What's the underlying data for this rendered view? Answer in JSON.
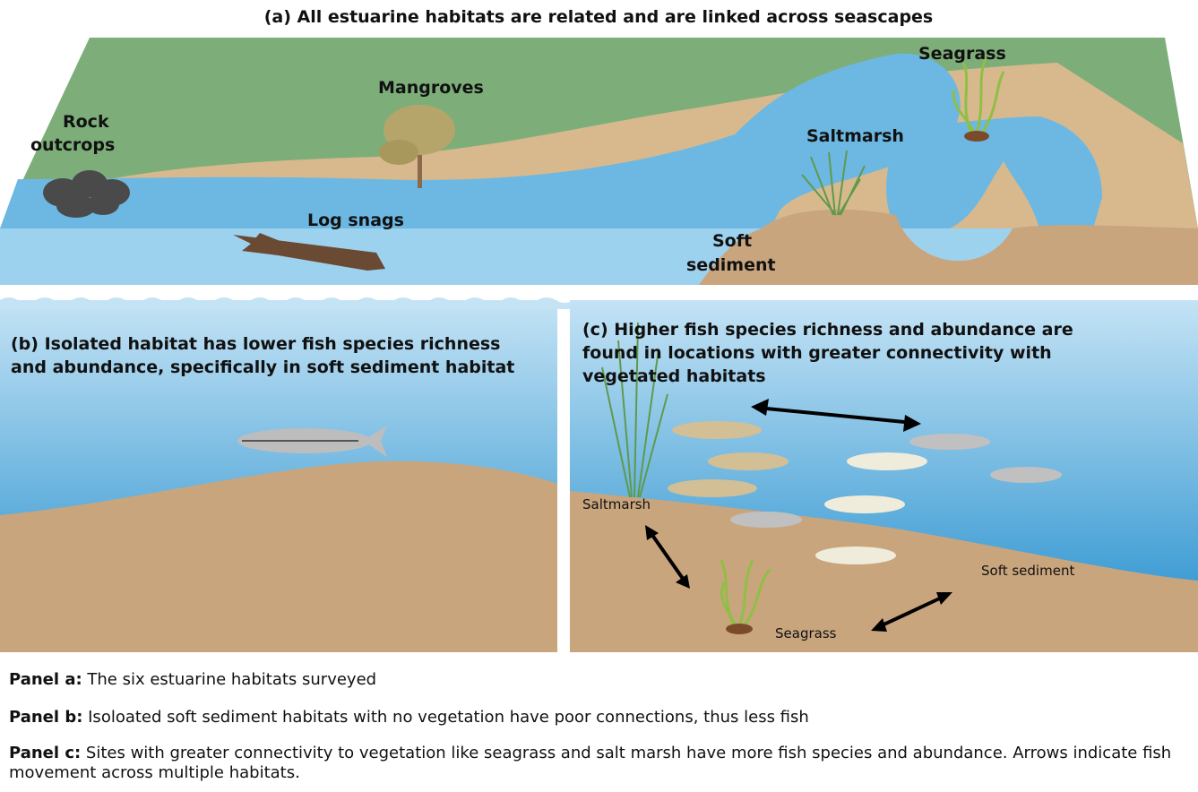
{
  "panel_a": {
    "title": "(a) All estuarine habitats are related and are linked across seascapes",
    "labels": {
      "rock_1": "Rock",
      "rock_2": "outcrops",
      "mangroves": "Mangroves",
      "log_snags": "Log snags",
      "saltmarsh": "Saltmarsh",
      "seagrass": "Seagrass",
      "soft_1": "Soft",
      "soft_2": "sediment"
    }
  },
  "panel_b": {
    "title_1": "(b) Isolated habitat has lower fish species richness",
    "title_2": "and abundance, specifically in soft sediment habitat"
  },
  "panel_c": {
    "title_1": "(c) Higher fish species richness and abundance are",
    "title_2": "found in locations with greater connectivity with",
    "title_3": "vegetated habitats",
    "labels": {
      "saltmarsh": "Saltmarsh",
      "seagrass": "Seagrass",
      "soft_sediment": "Soft sediment"
    }
  },
  "captions": [
    {
      "key": "Panel a:",
      "text": " The six estuarine habitats surveyed"
    },
    {
      "key": "Panel b:",
      "text": " Isoloated soft sediment habitats with no vegetation have poor connections, thus less fish"
    },
    {
      "key": "Panel c:",
      "text": " Sites with greater connectivity to vegetation like seagrass and salt marsh have more fish species and abundance. Arrows indicate fish movement across multiple habitats."
    }
  ],
  "colors": {
    "land": "#7dae79",
    "sand": "#d8b98d",
    "water": "#6cb8e2",
    "water_front": "#9dd2ef",
    "sediment": "#c9a57d"
  }
}
